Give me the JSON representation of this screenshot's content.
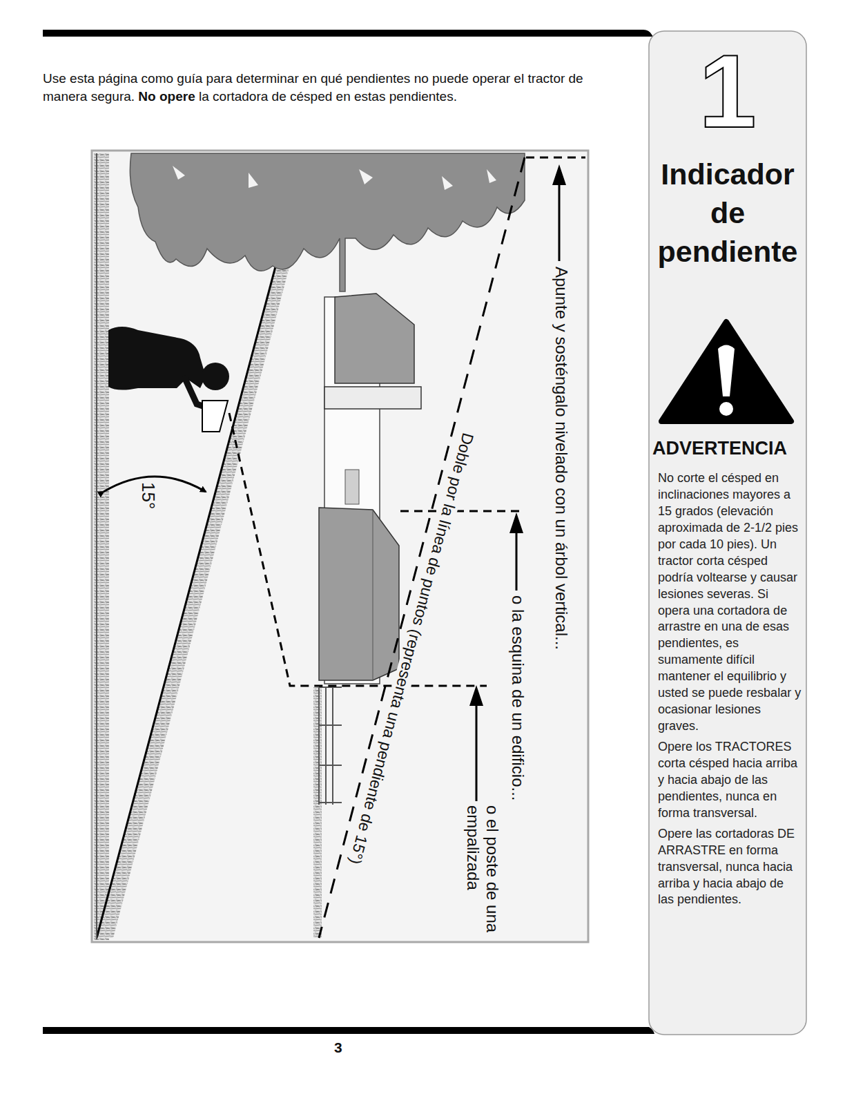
{
  "diagram": {
    "nodes": [
      {
        "text": [
          "1",
          "Indicador de pendiente",
          "ADVERTENCIA",
          "No corte el césped en inclinaciones mayores a 15 grados (elevación aproximada de 2-1/2 pies por cada 10 pies). Un tractor corta césped podría voltearse y causar lesiones severas. Si opera una cortadora de arrastre en una de esas pendientes, es sumamente difícil mantener el equilibrio y usted se puede resbalar y ocasionar lesiones graves.",
          "Opere los TRACTORES corta césped hacia arriba y hacia abajo de las pendientes, nunca en forma transversal.",
          "Opere las cortadoras DE ARRASTRE en forma transversal, nunca hacia arriba y hacia abajo de las pendientes."
        ]
      }
    ],
    "labels": [
      "Use esta página como guía para determinar en qué pendientes no puede operar el tractor de manera segura.",
      "No opere",
      "la cortadora de césped en estas pendientes.",
      "Apunte y sosténgalo nivelado con un árbol vertical...",
      "o la esquina de un edificio...",
      "o el poste de una empalizada",
      "Doble por la línea de puntos (representa una pendiente de 15°)",
      "15°",
      "3"
    ]
  }
}
